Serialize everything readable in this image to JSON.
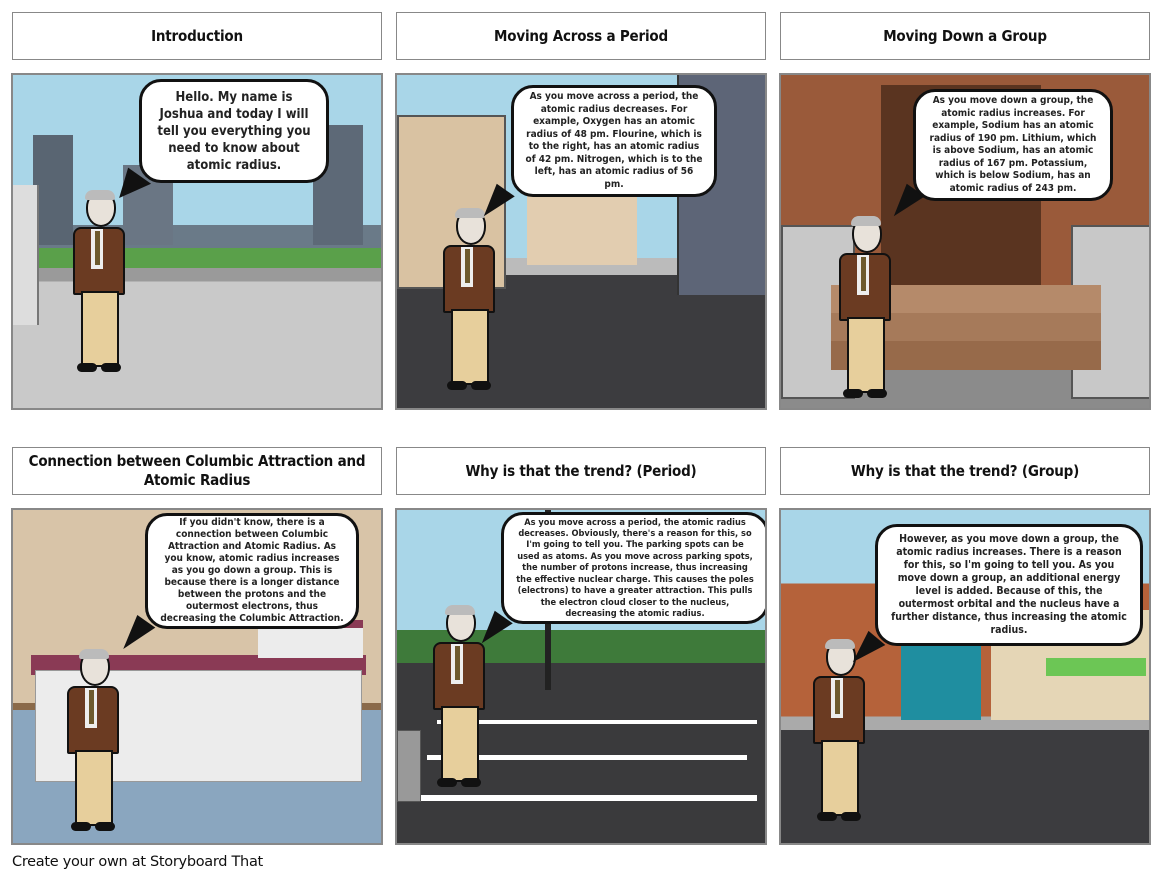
{
  "panels": [
    {
      "title": "Introduction",
      "text": "Hello. My name is Joshua and today I will tell you everything you need to know about atomic radius."
    },
    {
      "title": "Moving Across a Period",
      "text": "As you move across a period, the atomic radius decreases. For example, Oxygen has an atomic radius of 48 pm. Flourine, which is to the right, has an atomic radius of 42 pm. Nitrogen, which is to the left, has an atomic radius of 56 pm."
    },
    {
      "title": "Moving Down a Group",
      "text": "As you move down a group, the atomic radius increases. For example, Sodium has an atomic radius of 190 pm. Lithium, which is above Sodium, has an atomic radius of 167 pm. Potassium, which is below Sodium, has an atomic radius of 243 pm."
    },
    {
      "title": "Connection between Columbic Attraction and Atomic Radius",
      "text": "If you didn't know, there is a connection between Columbic Attraction and Atomic Radius. As you know, atomic radius increases as you go down a group. This is because there is a longer distance between the protons and the outermost electrons, thus decreasing the Columbic Attraction."
    },
    {
      "title": "Why is that the trend? (Period)",
      "text": "As you move across a period, the atomic radius decreases. Obviously, there's a reason for this, so I'm going to tell you. The parking spots can be used as atoms. As you move across parking spots, the number of protons increase, thus increasing the effective nuclear charge. This causes the poles (electrons) to have a greater attraction. This pulls the electron cloud closer to the nucleus, decreasing the atomic radius."
    },
    {
      "title": "Why is that the trend? (Group)",
      "text": "However, as you move down a group, the atomic radius increases. There is a reason for this, so I'm going to tell you. As you move down a group, an additional energy level is added. Because of this, the outermost orbital and the nucleus have a further distance, thus increasing the atomic radius."
    }
  ],
  "footer": "Create your own at Storyboard That"
}
